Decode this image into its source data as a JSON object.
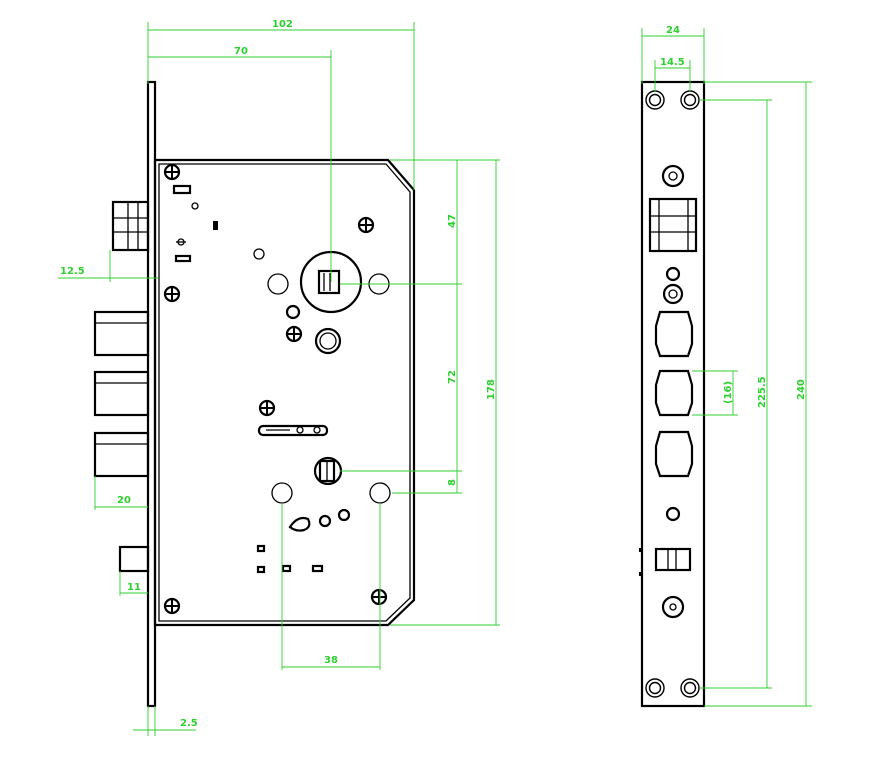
{
  "colors": {
    "outline": "#000000",
    "dimension": "#2fcf2f",
    "background": "#ffffff"
  },
  "front_view": {
    "dims": {
      "overall_width": "102",
      "backset": "70",
      "spindle_top": "47",
      "overall_height": "178",
      "handle_to_cylinder": "72",
      "small_offset": "8",
      "faceplate_offset": "12.5",
      "latch_projection": "20",
      "deadbolt_projection": "11",
      "faceplate_thickness": "2.5",
      "screw_spacing": "38"
    }
  },
  "side_view": {
    "dims": {
      "faceplate_width": "24",
      "hole_spacing": "14.5",
      "latch_opening": "(16)",
      "hole_to_hole": "225.5",
      "faceplate_length": "240"
    }
  }
}
